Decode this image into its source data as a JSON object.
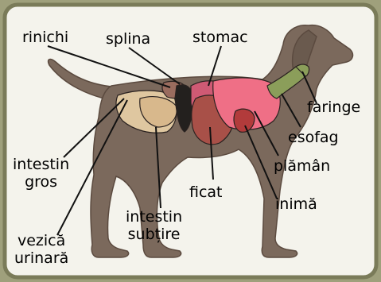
{
  "colors": {
    "border_outer": "#7a7b59",
    "panel_bg": "#f4f3ec",
    "body": "#7b695c",
    "body_dark": "#5b4a3f",
    "intestine": "#dfc7a0",
    "spleen": "#23201e",
    "stomach": "#cf5a74",
    "lung": "#ef6f86",
    "liver": "#a85048",
    "heart": "#b23b3b",
    "esophagus": "#8b9e5a",
    "kidney": "#9a6c5e",
    "lines": "#111111"
  },
  "labels": {
    "rinichi": "rinichi",
    "splina": "splina",
    "stomac": "stomac",
    "faringe": "faringe",
    "esofag": "esofag",
    "plaman": "plămân",
    "inima": "inimă",
    "ficat": "ficat",
    "intestin_subtire_1": "intestin",
    "intestin_subtire_2": "subțire",
    "intestin_gros_1": "intestin",
    "intestin_gros_2": "gros",
    "vezica_urinara_1": "vezică",
    "vezica_urinara_2": "urinară"
  }
}
